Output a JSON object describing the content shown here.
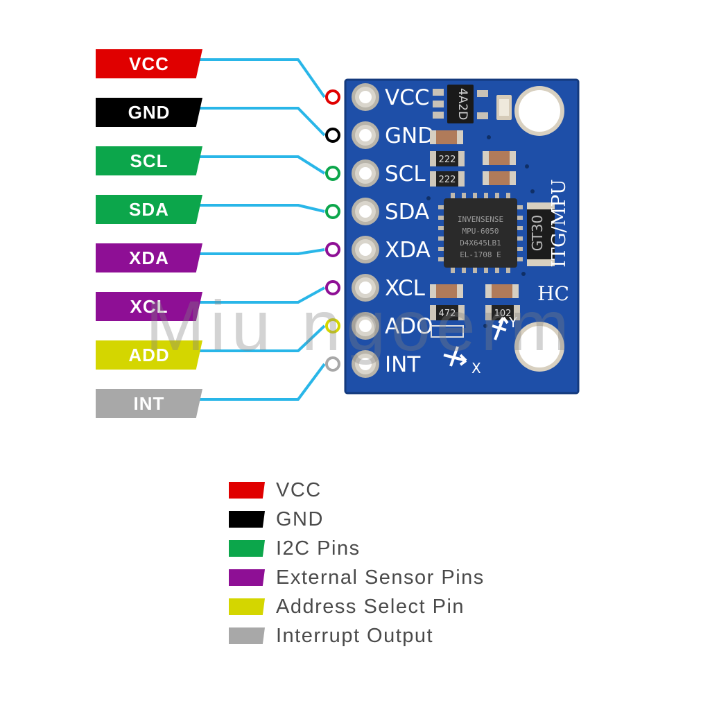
{
  "pins": [
    {
      "label": "VCC",
      "color": "#e00000",
      "text_color": "#ffffff"
    },
    {
      "label": "GND",
      "color": "#000000",
      "text_color": "#ffffff"
    },
    {
      "label": "SCL",
      "color": "#0ca64b",
      "text_color": "#ffffff"
    },
    {
      "label": "SDA",
      "color": "#0ca64b",
      "text_color": "#ffffff"
    },
    {
      "label": "XDA",
      "color": "#8e0f95",
      "text_color": "#ffffff"
    },
    {
      "label": "XCL",
      "color": "#8e0f95",
      "text_color": "#ffffff"
    },
    {
      "label": "ADD",
      "color": "#d4d600",
      "text_color": "#ffffff"
    },
    {
      "label": "INT",
      "color": "#a8a8a8",
      "text_color": "#ffffff"
    }
  ],
  "board": {
    "pin_labels": [
      "VCC",
      "GND",
      "SCL",
      "SDA",
      "XDA",
      "XCL",
      "ADO",
      "INT"
    ],
    "title": "ITG/MPU",
    "maker": "HC",
    "chip_lines": [
      "INVENSENSE",
      "MPU-6050",
      "D4X645LB1",
      "EL-1708 E"
    ],
    "regulator": "4A2D",
    "diode": "GT30",
    "resistor_1": "222",
    "resistor_2": "222",
    "resistor_3": "472",
    "resistor_4": "102",
    "axis_x": "X",
    "axis_y": "Y",
    "wire_color": "#29b6e8",
    "board_color": "#1e4fa8"
  },
  "legend": [
    {
      "label": "VCC",
      "color": "#e00000"
    },
    {
      "label": "GND",
      "color": "#000000"
    },
    {
      "label": "I2C Pins",
      "color": "#0ca64b"
    },
    {
      "label": "External Sensor Pins",
      "color": "#8e0f95"
    },
    {
      "label": "Address Select Pin",
      "color": "#d4d600"
    },
    {
      "label": "Interrupt Output",
      "color": "#a8a8a8"
    }
  ],
  "watermark": "Miu ngoerm"
}
